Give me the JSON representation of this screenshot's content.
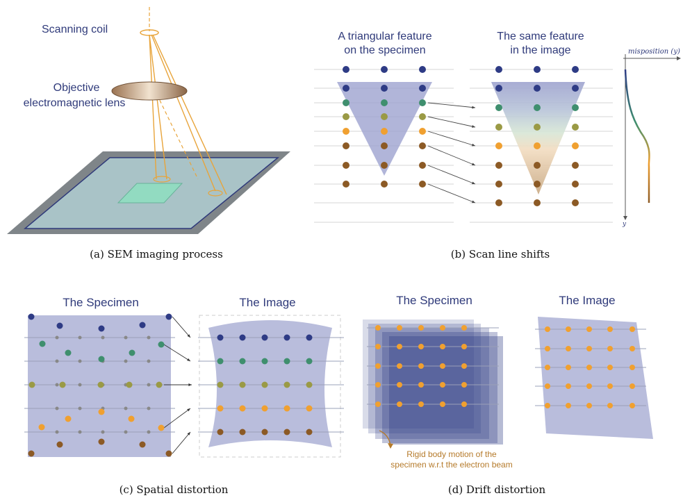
{
  "panel_a": {
    "label_coil": "Scanning coil",
    "label_lens_1": "Objective",
    "label_lens_2": "electromagnetic lens",
    "caption": "(a) SEM imaging process"
  },
  "panel_b": {
    "title_left_1": "A triangular feature",
    "title_left_2": "on the specimen",
    "title_right_1": "The same feature",
    "title_right_2": "in the image",
    "axis_x": "misposition (y)",
    "axis_y": "y",
    "caption": "(b) Scan line shifts"
  },
  "panel_c": {
    "title_left": "The Specimen",
    "title_right": "The Image",
    "caption": "(c) Spatial distortion"
  },
  "panel_d": {
    "title_left": "The Specimen",
    "title_right": "The Image",
    "note_1": "Rigid body motion of the",
    "note_2": "specimen w.r.t the electron beam",
    "caption": "(d) Drift distortion"
  },
  "colors": {
    "navy": "#2f3a7a",
    "blue_dot": "#2e3b85",
    "green_dot": "#3f8f6e",
    "olive_dot": "#9a9a45",
    "orange_dot": "#f0a030",
    "brown_dot": "#8c5a25",
    "beam": "#e8a43a",
    "feature_fill": "#9ea3cf"
  }
}
